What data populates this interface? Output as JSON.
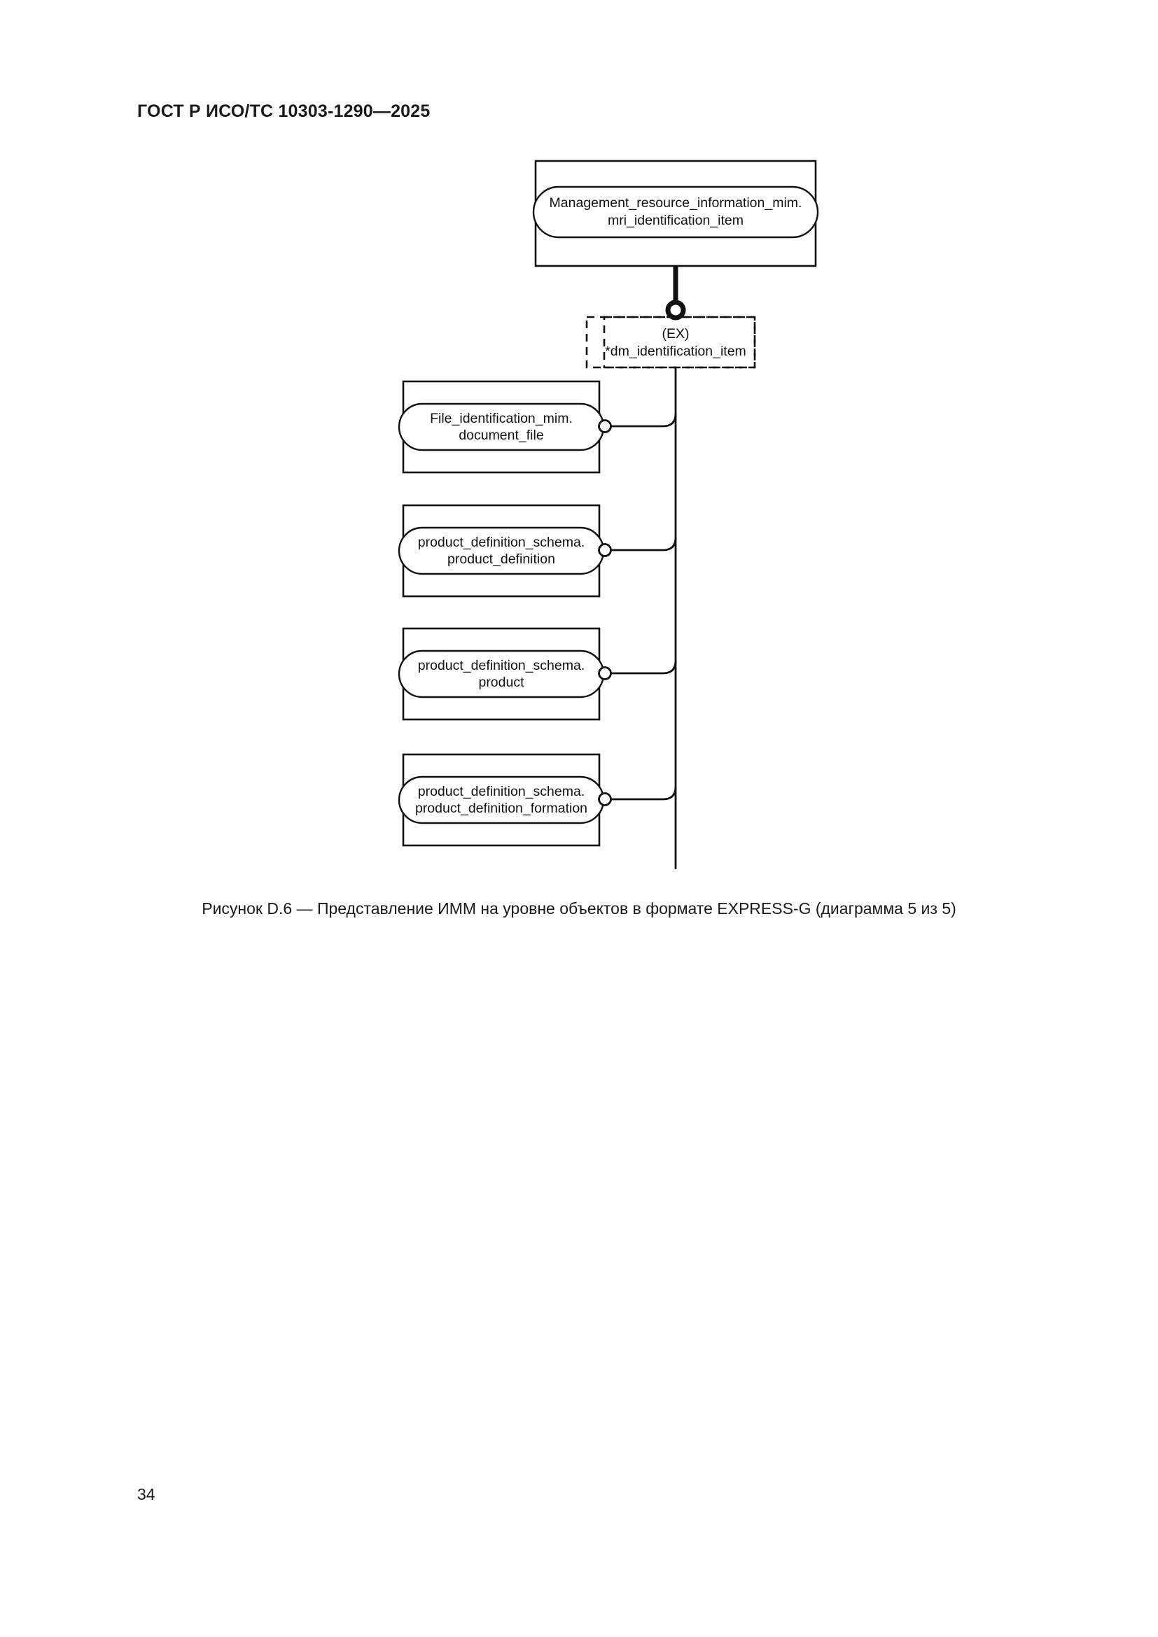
{
  "document": {
    "header": "ГОСТ Р ИСО/ТС 10303-1290—2025",
    "page_number": "34"
  },
  "figure": {
    "caption": "Рисунок D.6 — Представление ИММ на уровне объектов в формате EXPRESS-G (диаграмма 5 из 5)",
    "diagram_type": "EXPRESS-G entity-level diagram",
    "root_node": {
      "schema": "Management_resource_information_mim.",
      "entity": "mri_identification_item"
    },
    "select_node": {
      "marker": "(EX)",
      "entity": "*dm_identification_item"
    },
    "member_nodes": [
      {
        "schema": "File_identification_mim.",
        "entity": "document_file"
      },
      {
        "schema": "product_definition_schema.",
        "entity": "product_definition"
      },
      {
        "schema": "product_definition_schema.",
        "entity": "product"
      },
      {
        "schema": "product_definition_schema.",
        "entity": "product_definition_formation"
      }
    ],
    "colors": {
      "line": "#111111",
      "background": "#ffffff"
    }
  }
}
